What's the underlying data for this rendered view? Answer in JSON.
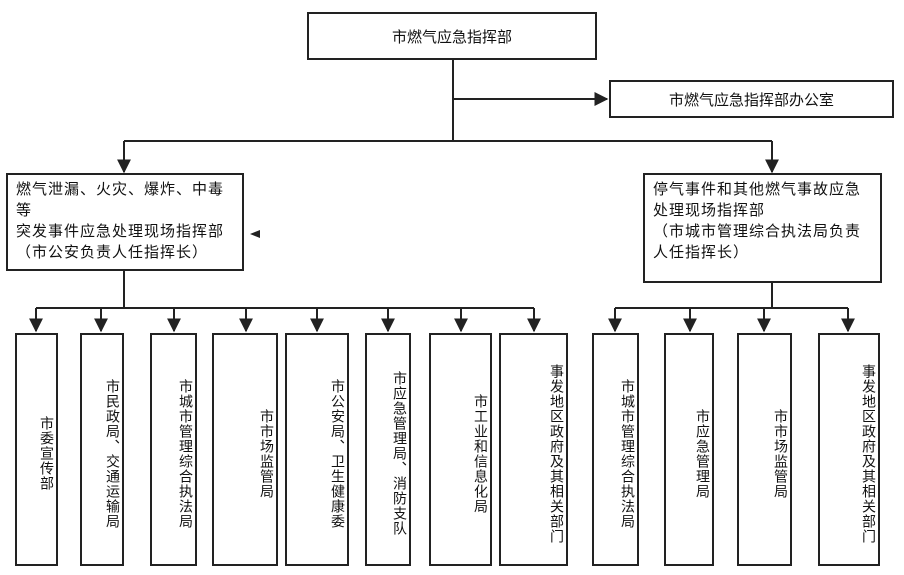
{
  "top": {
    "title": "市燃气应急指挥部",
    "office": "市燃气应急指挥部办公室"
  },
  "left_command": {
    "line1": "燃气泄漏、火灾、爆炸、中毒等",
    "line2": "突发事件应急处理现场指挥部",
    "line3": "（市公安负责人任指挥长）"
  },
  "right_command": {
    "line1": "停气事件和其他燃气事故应急",
    "line2": "处理现场指挥部",
    "line3": "（市城市管理综合执法局负责",
    "line4": "人任指挥长）"
  },
  "left_units": [
    "市委宣传部",
    "市民政局、交通运输局",
    "市城市管理综合执法局",
    "市市场监管局",
    "市公安局、卫生健康委",
    "市应急管理局、消防支队",
    "市工业和信息化局",
    "事发地区政府及其相关部门"
  ],
  "right_units": [
    "市城市管理综合执法局",
    "市应急管理局",
    "市市场监管局",
    "事发地区政府及其相关部门"
  ]
}
